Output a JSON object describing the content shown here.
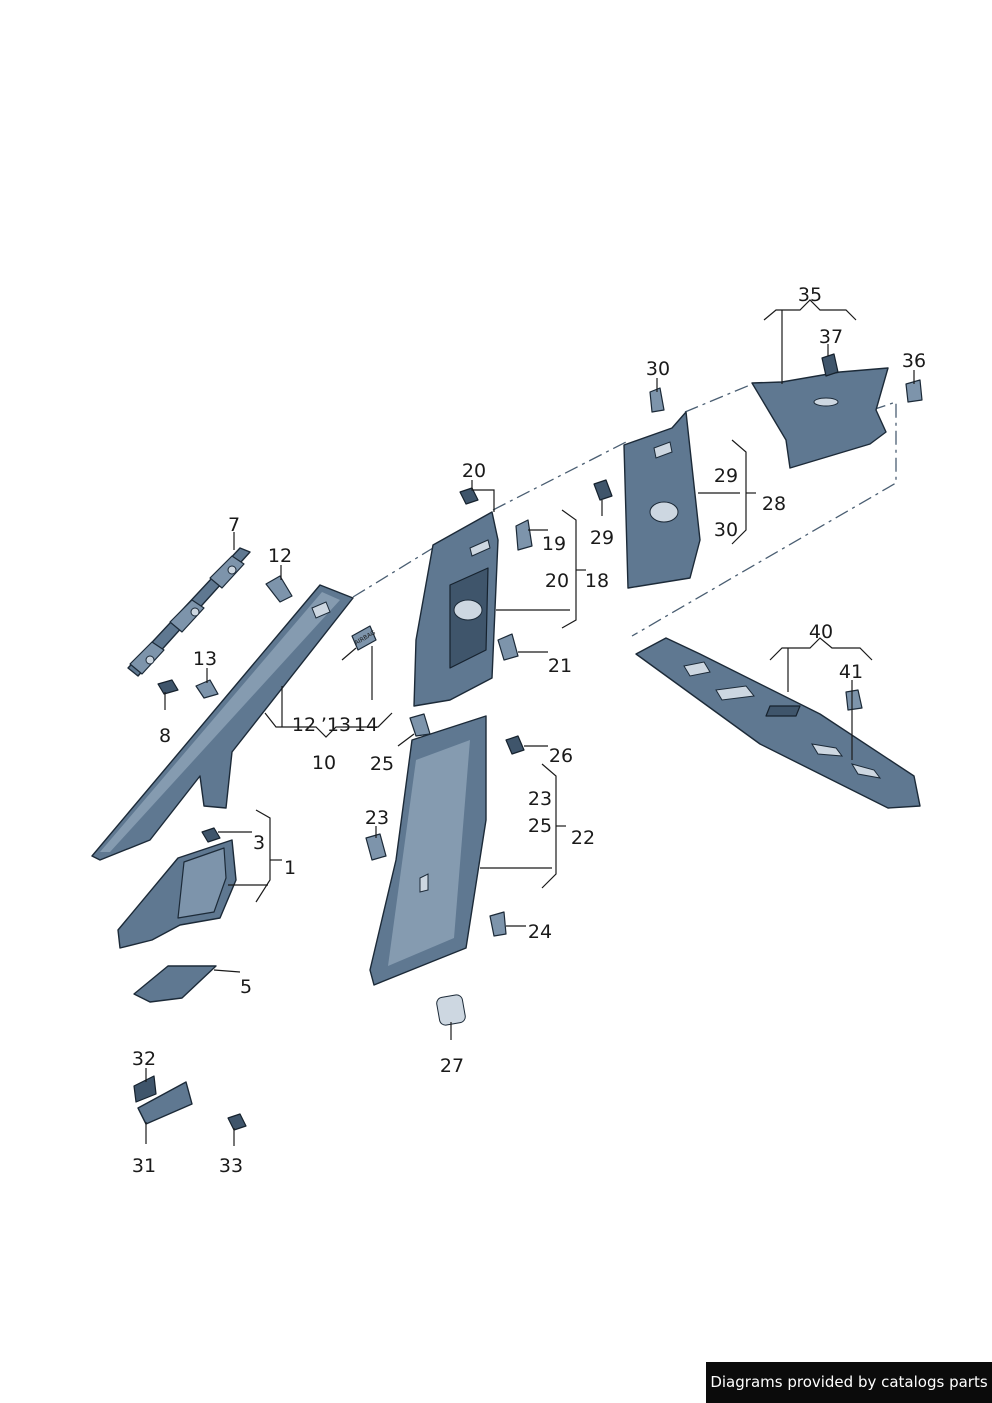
{
  "credit": "Diagrams provided by catalogs parts",
  "callouts": {
    "c1": "1",
    "c3": "3",
    "c5": "5",
    "c7": "7",
    "c8": "8",
    "c10": "10",
    "c12a": "12",
    "c12b": "12",
    "c13a": "13",
    "c13b": "’13",
    "c14": "14",
    "c18": "18",
    "c19": "19",
    "c20a": "20",
    "c20b": "20",
    "c21": "21",
    "c22": "22",
    "c23a": "23",
    "c23b": "23",
    "c24": "24",
    "c25a": "25",
    "c25b": "25",
    "c26": "26",
    "c27": "27",
    "c28": "28",
    "c29a": "29",
    "c29b": "29",
    "c30a": "30",
    "c30b": "30",
    "c31": "31",
    "c32": "32",
    "c33": "33",
    "c35": "35",
    "c36": "36",
    "c37": "37",
    "c40": "40",
    "c41": "41"
  },
  "part_label_text": "AIRBAG"
}
